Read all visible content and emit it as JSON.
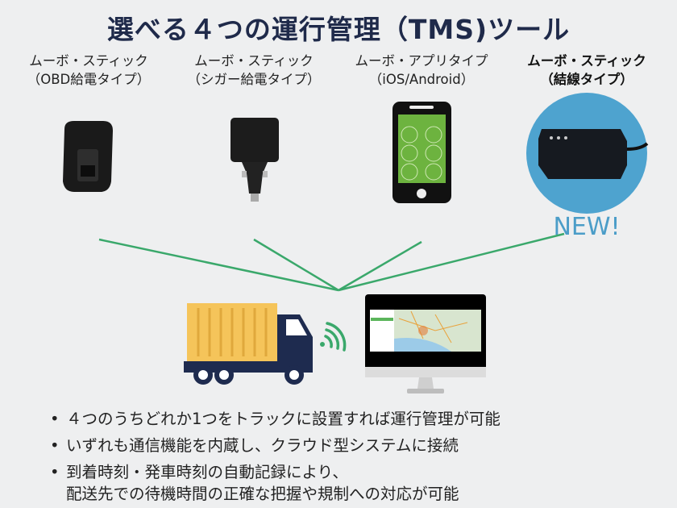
{
  "title": "選べる４つの運行管理（TMS)ツール",
  "products": [
    {
      "line1": "ムーボ・スティック",
      "line2": "（OBD給電タイプ）",
      "icon": "obd-device-icon"
    },
    {
      "line1": "ムーボ・スティック",
      "line2": "（シガー給電タイプ）",
      "icon": "cigar-device-icon"
    },
    {
      "line1": "ムーボ・アプリタイプ",
      "line2": "（iOS/Android）",
      "icon": "smartphone-icon"
    },
    {
      "line1": "ムーボ・スティック",
      "line2": "（結線タイプ）",
      "icon": "wired-device-icon"
    }
  ],
  "new_badge": "NEW!",
  "bullets": [
    {
      "text": "４つのうちどれか1つをトラックに設置すれば運行管理が可能"
    },
    {
      "text": "いずれも通信機能を内蔵し、クラウド型システムに接続"
    },
    {
      "text": "到着時刻・発車時刻の自動記録により、",
      "cont": "配送先での待機時間の正確な把握や規制への対応が可能"
    }
  ],
  "bullet_char": "•",
  "colors": {
    "title": "#1f2a4a",
    "lines": "#3aa86b",
    "new": "#4b9dc8",
    "truck_container": "#f5c45a",
    "truck_cab": "#1e2b4f"
  }
}
